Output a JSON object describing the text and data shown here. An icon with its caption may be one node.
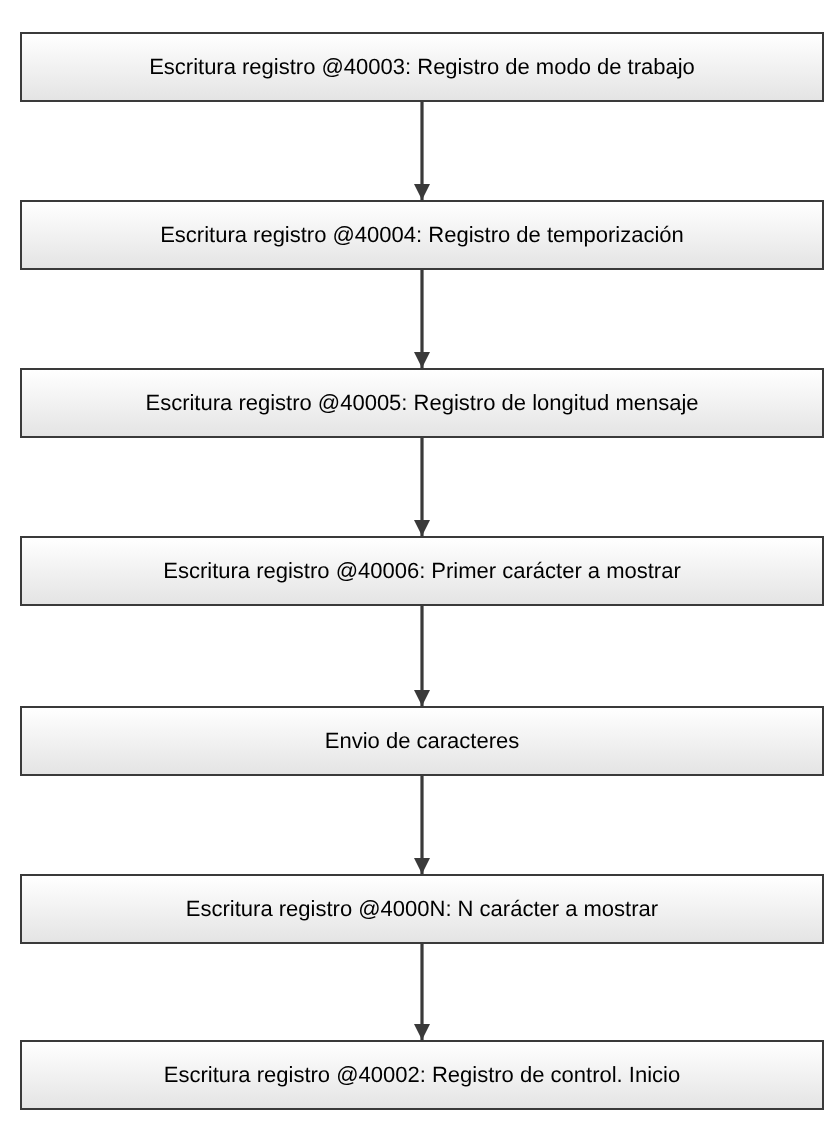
{
  "diagram": {
    "nodes": [
      {
        "text": [
          "Escritura registro @40003: Registro de modo de trabajo"
        ]
      },
      {
        "text": [
          "Escritura registro @40004: Registro de temporización"
        ]
      },
      {
        "text": [
          "Escritura registro @40005: Registro de longitud mensaje"
        ]
      },
      {
        "text": [
          "Escritura registro @40006: Primer carácter a mostrar"
        ]
      },
      {
        "text": [
          "Envio de caracteres"
        ]
      },
      {
        "text": [
          "Escritura registro @4000N: N carácter a mostrar"
        ]
      },
      {
        "text": [
          "Escritura registro @40002: Registro de control. Inicio"
        ]
      }
    ],
    "edges": [
      {
        "from": 0,
        "to": 1,
        "arrow": "to"
      },
      {
        "from": 1,
        "to": 2,
        "arrow": "to"
      },
      {
        "from": 2,
        "to": 3,
        "arrow": "to"
      },
      {
        "from": 3,
        "to": 4,
        "arrow": "to"
      },
      {
        "from": 4,
        "to": 5,
        "arrow": "to"
      },
      {
        "from": 5,
        "to": 6,
        "arrow": "to"
      }
    ]
  }
}
